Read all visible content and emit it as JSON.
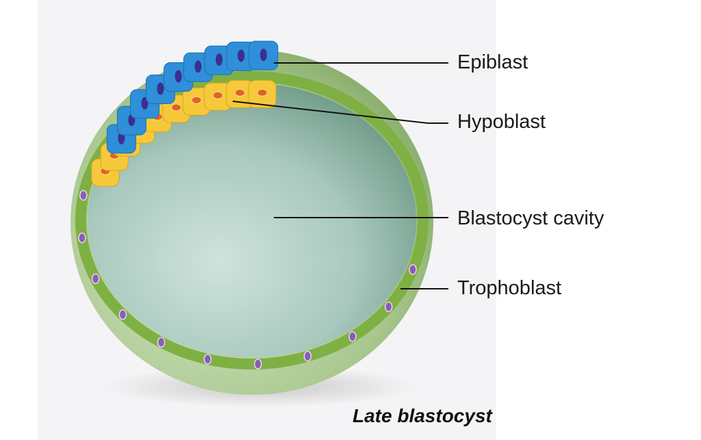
{
  "labels": {
    "epiblast": "Epiblast",
    "hypoblast": "Hypoblast",
    "cavity": "Blastocyst cavity",
    "trophoblast": "Trophoblast"
  },
  "caption": "Late blastocyst",
  "colors": {
    "epiblast": "#2f8fd8",
    "hypoblast": "#f5c93a",
    "trophoblast": "#8cb24a",
    "cavity": "#a9c9bf",
    "nucleus_purple": "#8a5bb8"
  }
}
